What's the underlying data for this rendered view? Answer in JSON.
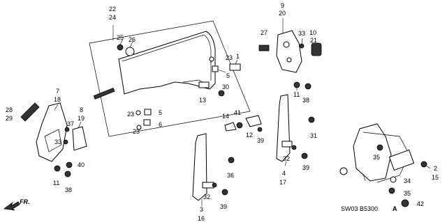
{
  "callouts": {
    "c22": "22",
    "c24": "24",
    "c25": "25",
    "c26": "26",
    "c1": "1",
    "c23a": "23",
    "c5a": "5",
    "c30": "30",
    "c13": "13",
    "c23b": "23",
    "c5b": "5",
    "c23c": "23",
    "c6": "6",
    "c9": "9",
    "c20": "20",
    "c27": "27",
    "c33a": "33",
    "c10": "10",
    "c21": "21",
    "c11a": "11",
    "c38a": "38",
    "c14": "14",
    "c41": "41",
    "c12": "12",
    "c39a": "39",
    "c31": "31",
    "c32a": "32",
    "c4": "4",
    "c17": "17",
    "c39b": "39",
    "c7": "7",
    "c18": "18",
    "c28": "28",
    "c29": "29",
    "c8": "8",
    "c19": "19",
    "c37": "37",
    "c33b": "33",
    "c40": "40",
    "c11b": "11",
    "c38b": "38",
    "c36": "36",
    "c32b": "32",
    "c39c": "39",
    "c3": "3",
    "c16": "16",
    "c35a": "35",
    "c2": "2",
    "c15": "15",
    "c34": "34",
    "c35b": "35",
    "c42": "42"
  },
  "diagram_code": "SW03  B5300",
  "diagram_code_suffix": "A",
  "direction_label": "FR."
}
